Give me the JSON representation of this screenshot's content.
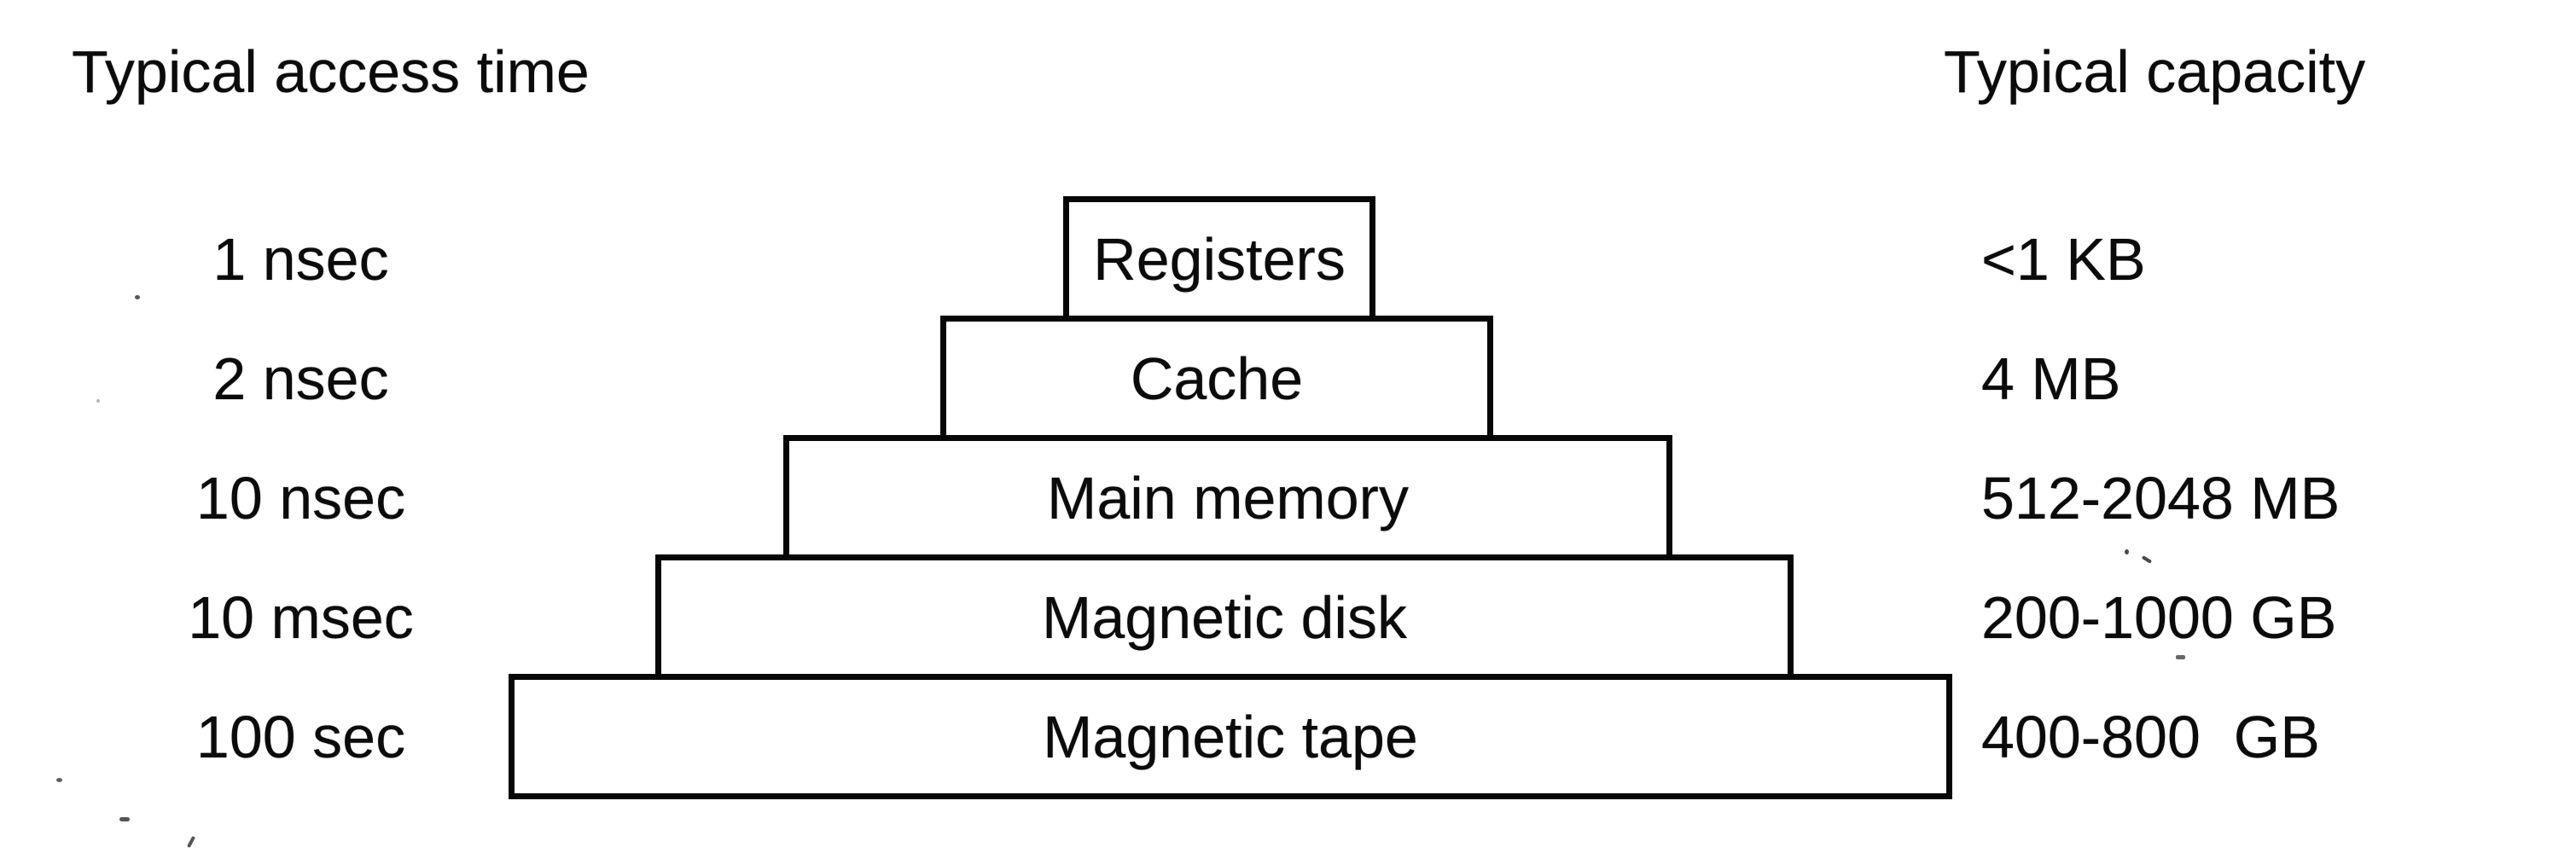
{
  "figure": {
    "left_header": "Typical access time",
    "right_header": "Typical capacity",
    "ink_color": "#0a0a0a",
    "paper_color": "#ffffff"
  },
  "levels": [
    {
      "name": "Registers",
      "access_time": "1 nsec",
      "capacity": "<1 KB"
    },
    {
      "name": "Cache",
      "access_time": "2 nsec",
      "capacity": "4 MB"
    },
    {
      "name": "Main memory",
      "access_time": "10 nsec",
      "capacity": "512-2048 MB"
    },
    {
      "name": "Magnetic disk",
      "access_time": "10 msec",
      "capacity": "200-1000 GB"
    },
    {
      "name": "Magnetic tape",
      "access_time": "100 sec",
      "capacity": "400-800  GB"
    }
  ]
}
